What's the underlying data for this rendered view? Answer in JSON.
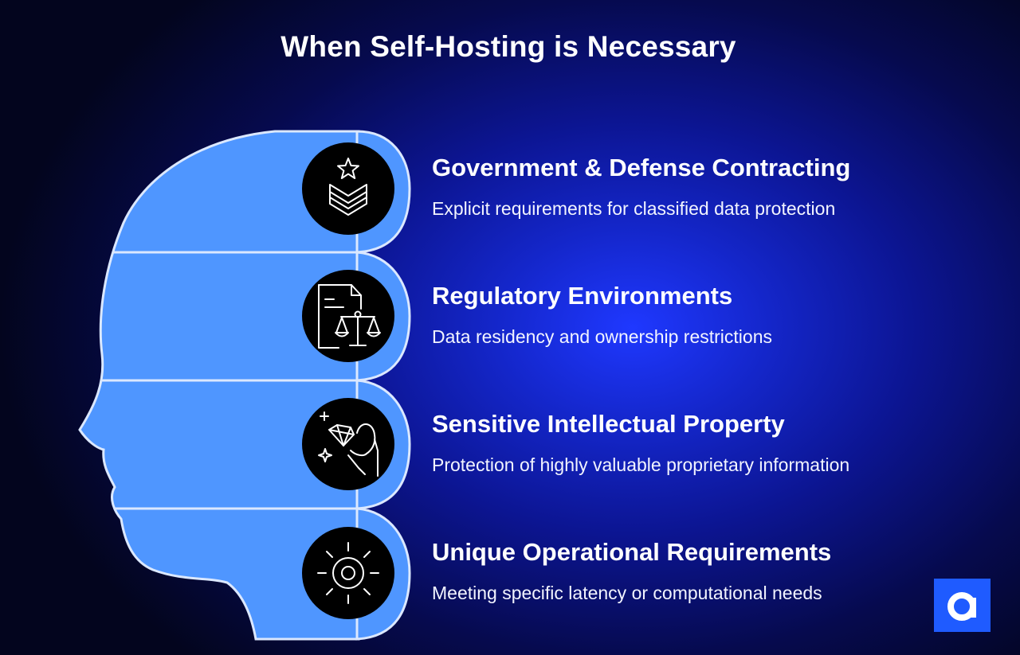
{
  "page": {
    "title": "When Self-Hosting is Necessary"
  },
  "colors": {
    "head_fill": "#4f96ff",
    "head_outline": "#dbe8ff",
    "icon_disc": "#000000",
    "brand": "#1f5bff"
  },
  "items": [
    {
      "title": "Government & Defense Contracting",
      "description": "Explicit requirements for classified data protection",
      "icon": "military-rank-chevron-star-icon"
    },
    {
      "title": "Regulatory Environments",
      "description": "Data residency and ownership restrictions",
      "icon": "document-scales-icon"
    },
    {
      "title": "Sensitive Intellectual Property",
      "description": "Protection of highly valuable proprietary information",
      "icon": "hand-holding-diamond-icon"
    },
    {
      "title": "Unique Operational Requirements",
      "description": "Meeting specific latency or computational needs",
      "icon": "gear-sun-icon"
    }
  ],
  "brand": {
    "icon": "letter-a-logo-icon"
  }
}
